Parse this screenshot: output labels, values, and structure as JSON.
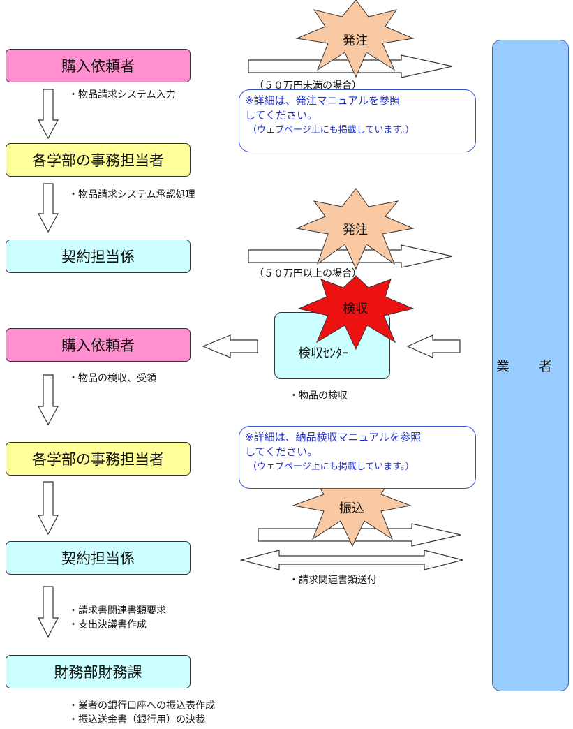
{
  "boxes": {
    "requester1": "購入依頼者",
    "dept_clerk1": "各学部の事務担当者",
    "contract1": "契約担当係",
    "requester2": "購入依頼者",
    "dept_clerk2": "各学部の事務担当者",
    "contract2": "契約担当係",
    "finance": "財務部財務課",
    "vendor": "業 者",
    "inspection_center": "検収ｾﾝﾀｰ"
  },
  "notes": {
    "step1": "・物品請求システム入力",
    "step2": "・物品請求システム承認処理",
    "step4": "・物品の検収、受領",
    "inspection": "・物品の検収",
    "billing_docs": "・請求関連書類送付",
    "step6_a": "・請求書関連書類要求",
    "step6_b": "・支出決議書作成",
    "final_a": "・業者の銀行口座への振込表作成",
    "final_b": "・振込送金書（銀行用）の決裁"
  },
  "conditions": {
    "under50": "（５０万円未満の場合）",
    "over50": "（５０万円以上の場合）"
  },
  "stars": {
    "order1": "発注",
    "order2": "発注",
    "inspect": "検収",
    "transfer": "振込"
  },
  "info1": {
    "line1": "※詳細は、発注マニュアルを参照",
    "line2": "してください。",
    "line3": "（ウェブページ上にも掲載しています。）"
  },
  "info2": {
    "line1": "※詳細は、納品検収マニュアルを参照",
    "line2": "してください。",
    "line3": "（ウェブページ上にも掲載しています。）"
  },
  "colors": {
    "requester": "#ff8fcf",
    "clerk": "#ffff99",
    "contract": "#ccffff",
    "vendor": "#99ccff",
    "star_order": "#f9c9a4",
    "star_inspect": "#ee1111",
    "info_text": "#2233cc"
  }
}
